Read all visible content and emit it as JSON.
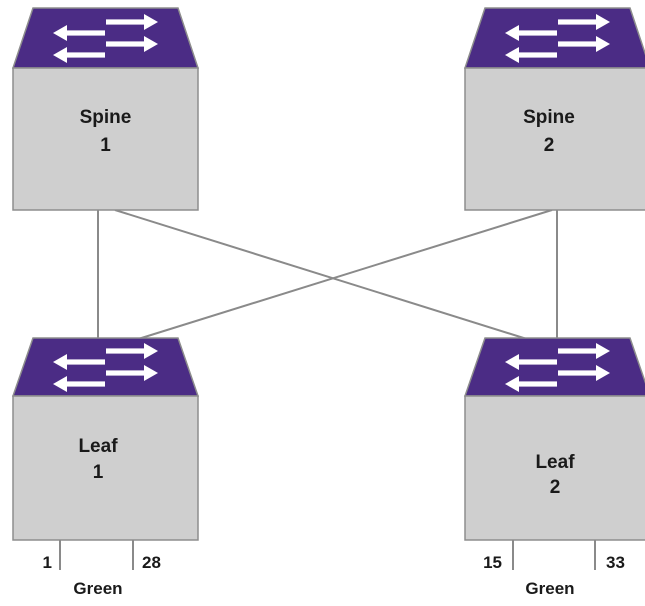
{
  "switches": {
    "spine1": {
      "line1": "Spine",
      "line2": "1"
    },
    "spine2": {
      "line1": "Spine",
      "line2": "2"
    },
    "leaf1": {
      "line1": "Leaf",
      "line2": "1"
    },
    "leaf2": {
      "line1": "Leaf",
      "line2": "2"
    }
  },
  "leaf1_ports": {
    "left": "1",
    "right": "28",
    "vlan": "Green"
  },
  "leaf2_ports": {
    "left": "15",
    "right": "33",
    "vlan": "Green"
  },
  "colors": {
    "switch_top": "#4b2c85",
    "switch_body": "#cfcfcf",
    "switch_outline": "#8d8d8d",
    "link": "#8a8a8a",
    "arrow": "#ffffff"
  },
  "icons": {
    "switch": "switch-icon",
    "arrows": "bidirectional-arrows-icon"
  }
}
